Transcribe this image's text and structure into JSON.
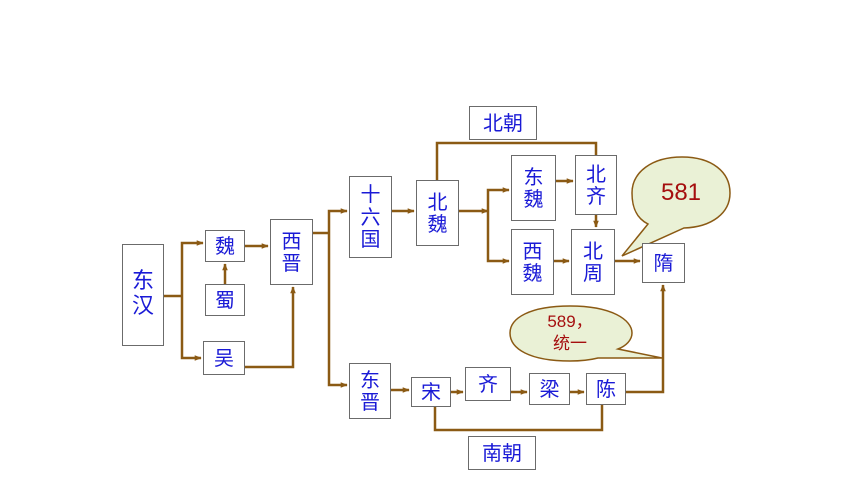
{
  "colors": {
    "arrow": "#8b5a14",
    "box_text": "#1a1ad6",
    "bubble_fill": "#eaf1d6",
    "bubble_border": "#8b5a14",
    "bubble_text": "#a50f0f"
  },
  "nodes": {
    "donghan": "东\n汉",
    "wei": "魏",
    "shu": "蜀",
    "wu": "吴",
    "xijin": "西\n晋",
    "shiliuguo": "十\n六\n国",
    "dongjin": "东\n晋",
    "beiwei": "北\n魏",
    "dongwei": "东\n魏",
    "xiwei": "西\n魏",
    "beiqi": "北\n齐",
    "beizhou": "北\n周",
    "sui": "隋",
    "song": "宋",
    "qi": "齐",
    "liang": "梁",
    "chen": "陈",
    "beichao": "北朝",
    "nanchao": "南朝"
  },
  "callouts": {
    "year_581": "581",
    "year_589": "589，\n统一"
  }
}
